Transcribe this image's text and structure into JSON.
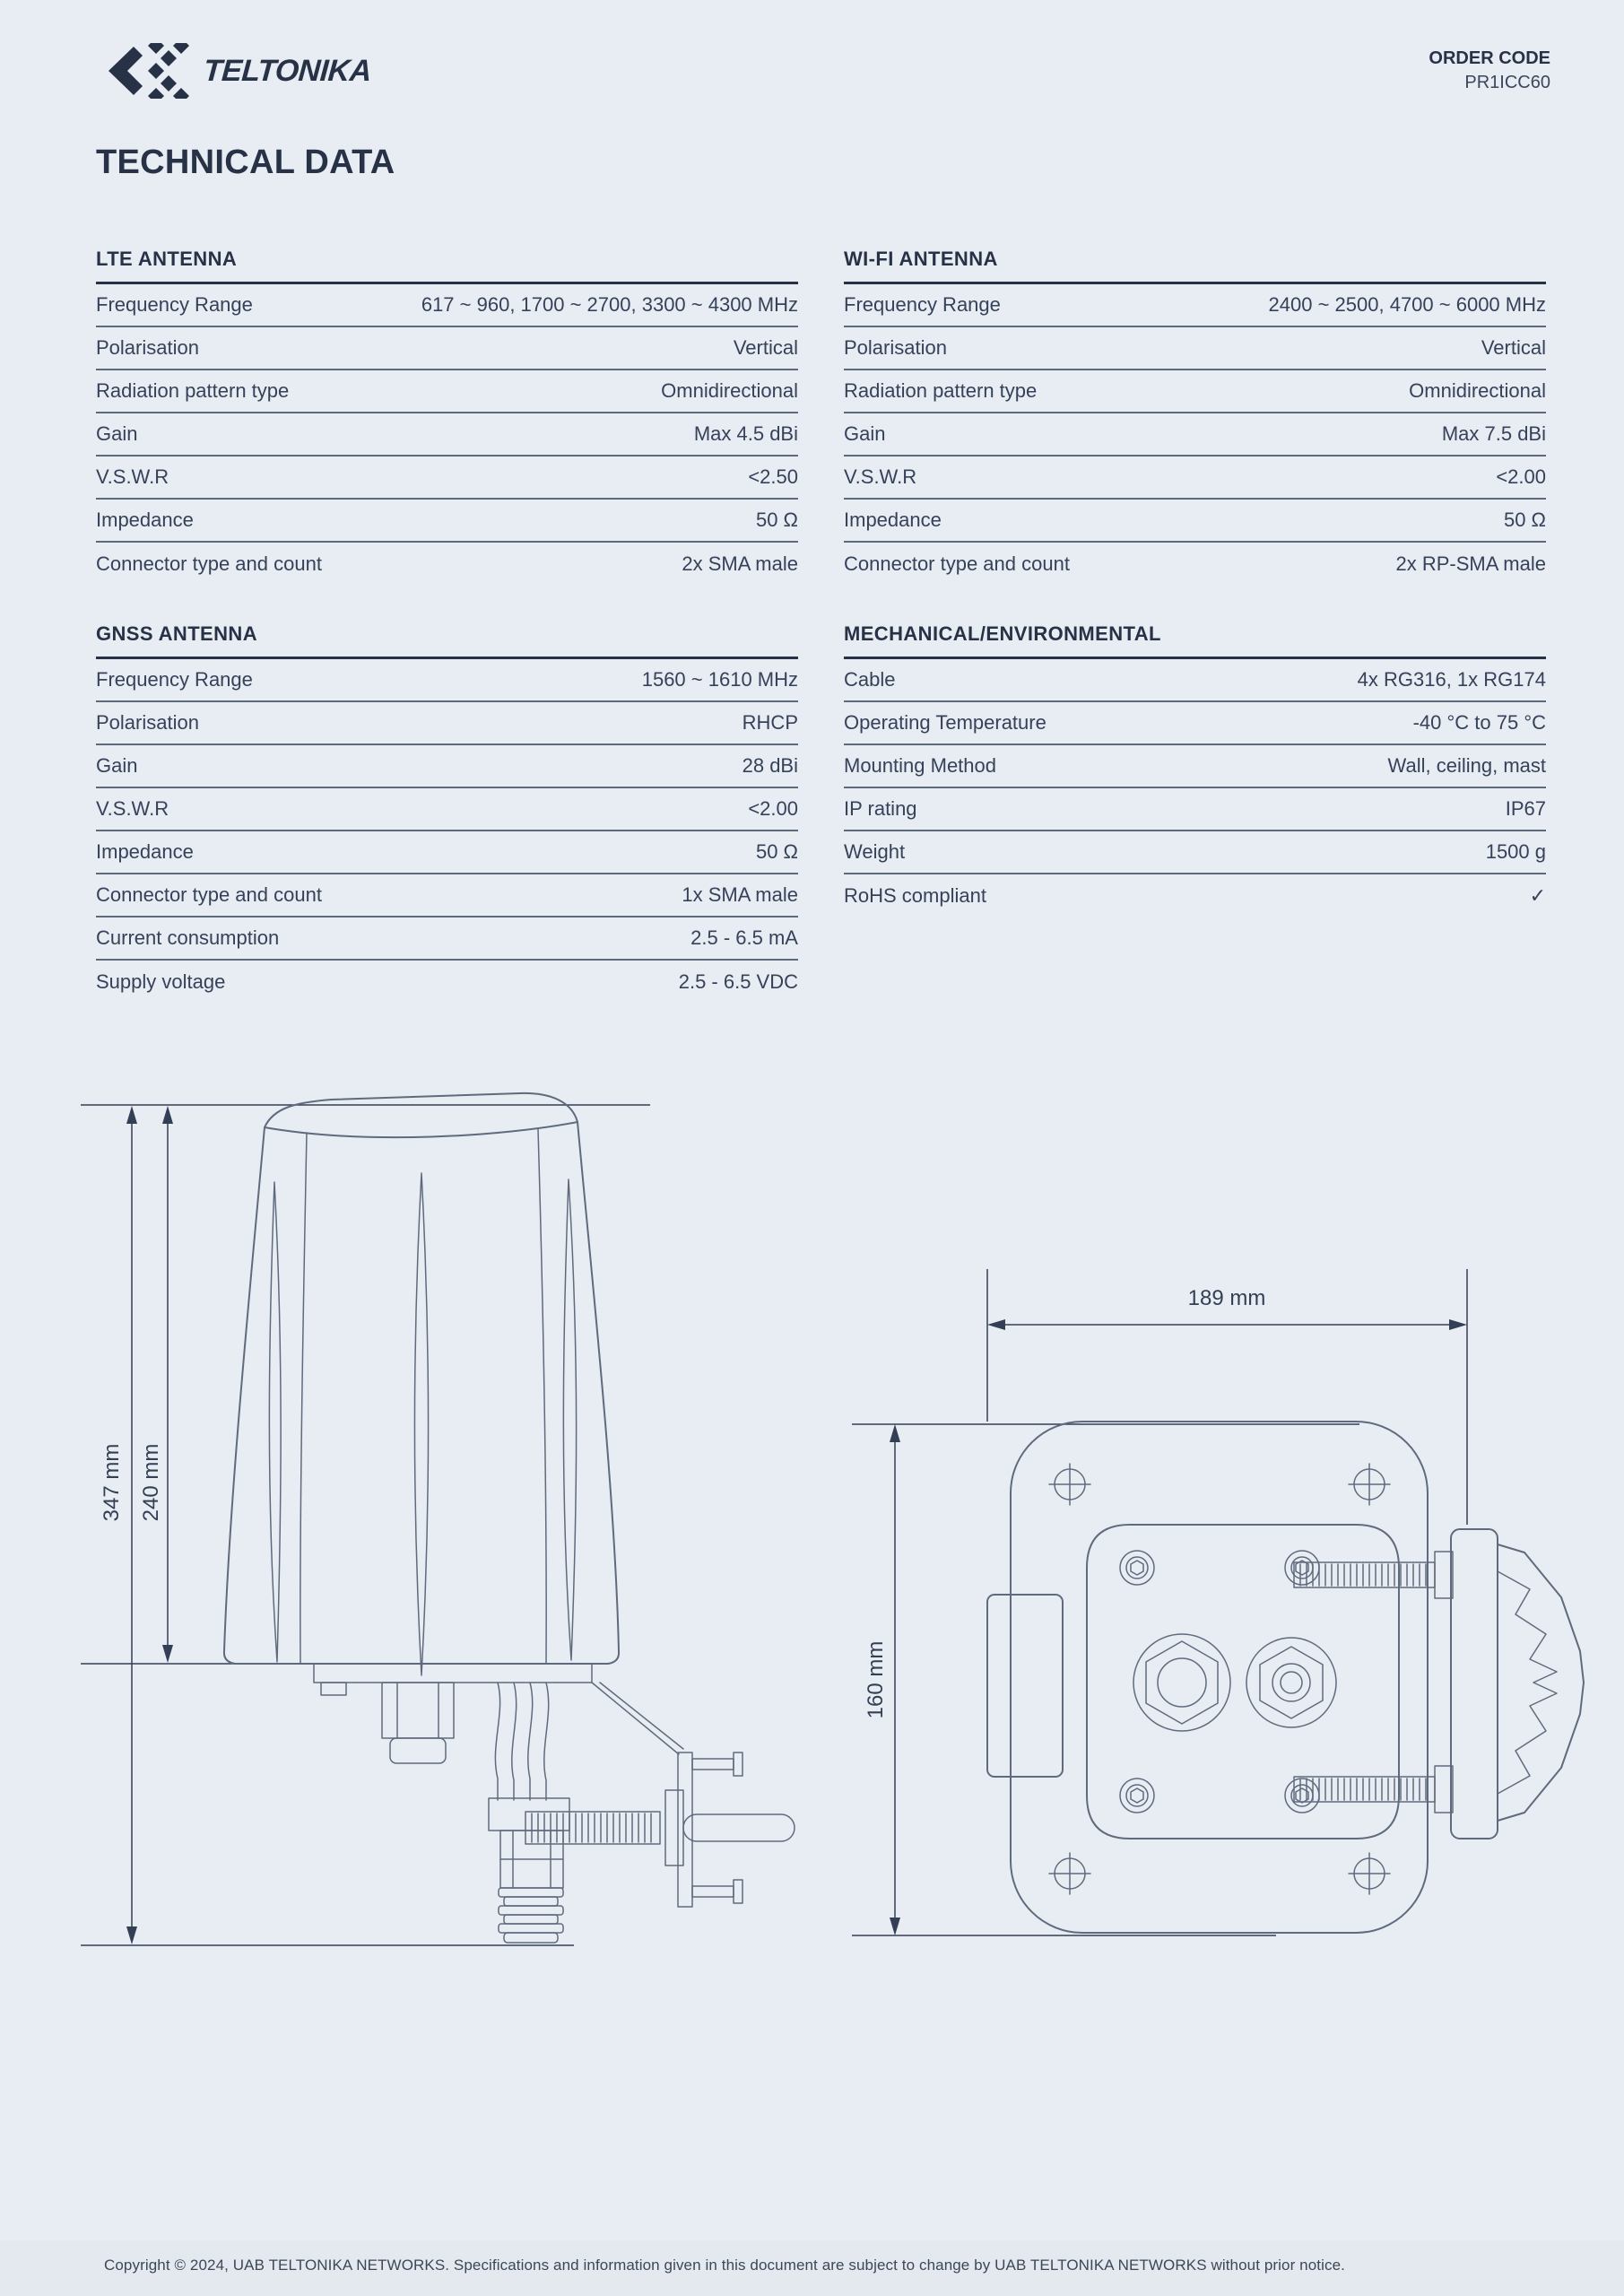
{
  "logo": {
    "text": "TELTONIKA"
  },
  "header": {
    "order_code_label": "ORDER CODE",
    "order_code_value": "PR1ICC60"
  },
  "page_title": "TECHNICAL DATA",
  "tables": {
    "lte": {
      "title": "LTE ANTENNA",
      "rows": [
        {
          "label": "Frequency Range",
          "value": "617 ~ 960, 1700 ~ 2700, 3300 ~ 4300 MHz"
        },
        {
          "label": "Polarisation",
          "value": "Vertical"
        },
        {
          "label": "Radiation pattern type",
          "value": "Omnidirectional"
        },
        {
          "label": "Gain",
          "value": "Max 4.5 dBi"
        },
        {
          "label": "V.S.W.R",
          "value": "<2.50"
        },
        {
          "label": "Impedance",
          "value": "50 Ω"
        },
        {
          "label": "Connector type and count",
          "value": "2x SMA male"
        }
      ]
    },
    "wifi": {
      "title": "WI-FI ANTENNA",
      "rows": [
        {
          "label": "Frequency Range",
          "value": "2400 ~ 2500, 4700 ~ 6000 MHz"
        },
        {
          "label": "Polarisation",
          "value": "Vertical"
        },
        {
          "label": "Radiation pattern type",
          "value": "Omnidirectional"
        },
        {
          "label": "Gain",
          "value": "Max 7.5 dBi"
        },
        {
          "label": "V.S.W.R",
          "value": "<2.00"
        },
        {
          "label": "Impedance",
          "value": "50 Ω"
        },
        {
          "label": "Connector type and count",
          "value": "2x RP-SMA male"
        }
      ]
    },
    "gnss": {
      "title": "GNSS ANTENNA",
      "rows": [
        {
          "label": "Frequency Range",
          "value": "1560 ~ 1610 MHz"
        },
        {
          "label": "Polarisation",
          "value": "RHCP"
        },
        {
          "label": "Gain",
          "value": "28 dBi"
        },
        {
          "label": "V.S.W.R",
          "value": "<2.00"
        },
        {
          "label": "Impedance",
          "value": "50 Ω"
        },
        {
          "label": "Connector type and count",
          "value": "1x SMA male"
        },
        {
          "label": "Current consumption",
          "value": "2.5 - 6.5 mA"
        },
        {
          "label": "Supply voltage",
          "value": "2.5 - 6.5 VDC"
        }
      ]
    },
    "mech": {
      "title": "MECHANICAL/ENVIRONMENTAL",
      "rows": [
        {
          "label": "Cable",
          "value": "4x RG316, 1x RG174"
        },
        {
          "label": "Operating Temperature",
          "value": "-40 °C to 75 °C"
        },
        {
          "label": "Mounting Method",
          "value": "Wall, ceiling, mast"
        },
        {
          "label": "IP rating",
          "value": "IP67"
        },
        {
          "label": "Weight",
          "value": "1500 g"
        },
        {
          "label": "RoHS compliant",
          "value": "✓"
        }
      ]
    }
  },
  "drawings": {
    "side_view": {
      "dim_total_height": "347 mm",
      "dim_body_height": "240 mm"
    },
    "bottom_view": {
      "dim_width": "189 mm",
      "dim_height": "160 mm"
    }
  },
  "footer": {
    "copyright": "Copyright © 2024, UAB TELTONIKA NETWORKS. Specifications and information given in this document are subject to change by UAB TELTONIKA NETWORKS without prior notice."
  },
  "colors": {
    "background": "#e8edf3",
    "text_dark": "#273246",
    "text_body": "#36415a",
    "rule_thick": "#273246",
    "rule_thin": "#5d6a7c",
    "drawing_line": "#5f6b7d",
    "dimension_line": "#333f54"
  }
}
